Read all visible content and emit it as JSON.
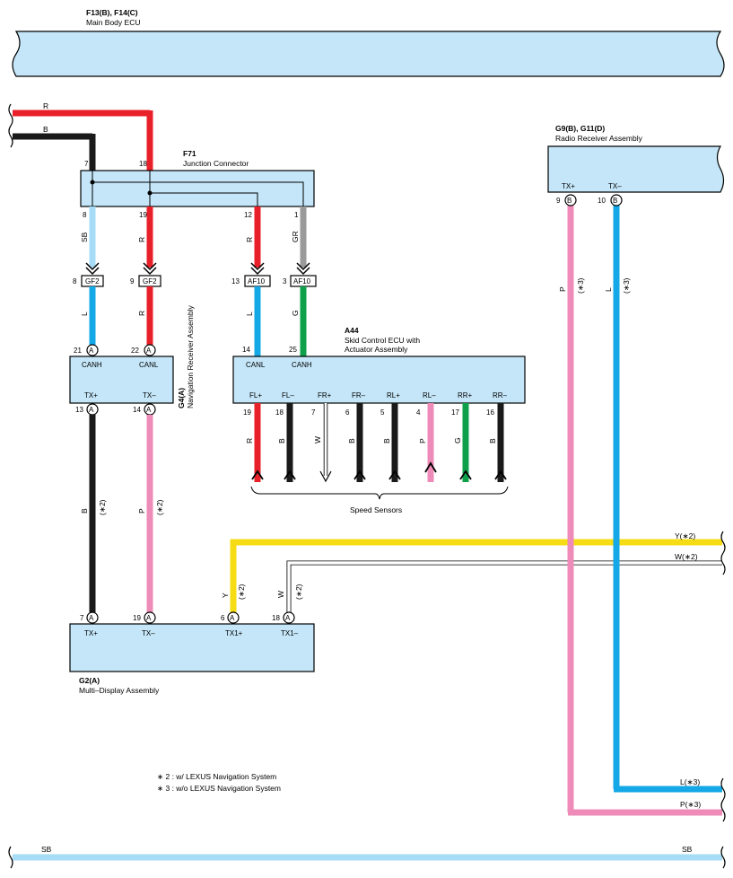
{
  "main_body_ecu": {
    "id": "F13(B), F14(C)",
    "name": "Main Body ECU"
  },
  "junction": {
    "id": "F71",
    "name": "Junction Connector",
    "pins_top": [
      "7",
      "18"
    ],
    "pins_bottom": [
      "8",
      "19",
      "12",
      "1"
    ]
  },
  "radio": {
    "id": "G9(B), G11(D)",
    "name": "Radio Receiver Assembly",
    "pins": [
      "9",
      "10"
    ],
    "connector": "B",
    "terminals": [
      "TX+",
      "TX–"
    ]
  },
  "nav": {
    "id": "G4(A)",
    "name": "Navigation Receiver Assembly",
    "pins_top": [
      "21",
      "22"
    ],
    "pins_bottom": [
      "13",
      "14"
    ],
    "connector": "A",
    "terminals_top": [
      "CANH",
      "CANL"
    ],
    "terminals_bottom": [
      "TX+",
      "TX–"
    ]
  },
  "skid": {
    "id": "A44",
    "name_line1": "Skid Control ECU with",
    "name_line2": "Actuator Assembly",
    "pins_top": [
      "14",
      "25"
    ],
    "terminals_top": [
      "CANL",
      "CANH"
    ],
    "terminals_bottom": [
      "FL+",
      "FL–",
      "FR+",
      "FR–",
      "RL+",
      "RL–",
      "RR+",
      "RR–"
    ],
    "pins_bottom": [
      "19",
      "18",
      "7",
      "6",
      "5",
      "4",
      "17",
      "16"
    ],
    "wire_colors": [
      "R",
      "B",
      "W",
      "B",
      "B",
      "P",
      "G",
      "B"
    ],
    "sensors_label": "Speed Sensors"
  },
  "multi": {
    "id": "G2(A)",
    "name": "Multi–Display Assembly",
    "pins": [
      "7",
      "19",
      "6",
      "18"
    ],
    "connector": "A",
    "terminals": [
      "TX+",
      "TX–",
      "TX1+",
      "TX1–"
    ]
  },
  "connectors": {
    "gf2": {
      "label": "GF2",
      "pins": [
        "8",
        "9"
      ]
    },
    "af10": {
      "label": "AF10",
      "pins": [
        "13",
        "3"
      ]
    }
  },
  "wires": {
    "r": "R",
    "b": "B",
    "sb": "SB",
    "l": "L",
    "g": "G",
    "gr": "GR",
    "p": "P",
    "y": "Y",
    "w": "W",
    "note2": "(∗2)",
    "note3": "(∗3)",
    "y2": "Y(∗2)",
    "w2": "W(∗2)",
    "l3": "L(∗3)",
    "p3": "P(∗3)",
    "sb_left": "SB",
    "sb_right": "SB"
  },
  "notes": [
    "∗ 2 : w/ LEXUS Navigation System",
    "∗ 3 : w/o LEXUS Navigation System"
  ],
  "colors": {
    "red": "#e8202a",
    "black": "#1a1a1a",
    "sky_blue": "#a6dcf5",
    "blue": "#14a8e6",
    "pink": "#ef8bb8",
    "green": "#0ea04a",
    "gray": "#9a9a9a",
    "yellow": "#f5dc14",
    "white_wire": "#ffffff",
    "box_fill": "#c4e6f8"
  }
}
